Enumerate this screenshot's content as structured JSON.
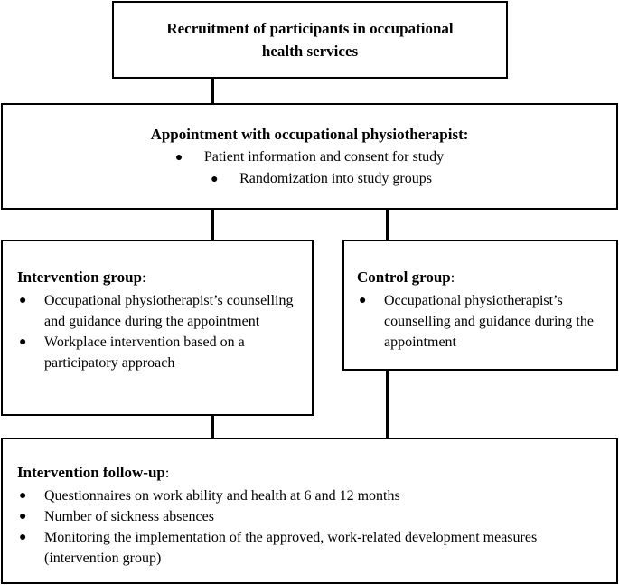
{
  "recruitment": {
    "line1": "Recruitment of participants in occupational",
    "line2": "health services"
  },
  "appointment": {
    "title": "Appointment with occupational physiotherapist:",
    "bullets": [
      "Patient information and consent for study",
      "Randomization into study groups"
    ]
  },
  "intervention_group": {
    "title": "Intervention group",
    "colon": ":",
    "bullets": [
      "Occupational physiotherapist’s counselling and guidance during the appointment",
      "Workplace intervention based on a participatory approach"
    ]
  },
  "control_group": {
    "title": "Control group",
    "colon": ":",
    "bullets": [
      "Occupational physiotherapist’s counselling and guidance during the appointment"
    ]
  },
  "follow_up": {
    "title": "Intervention follow-up",
    "colon": ":",
    "bullets": [
      "Questionnaires on work ability and health at 6 and 12 months",
      "Number of sickness absences",
      "Monitoring the implementation of the approved, work-related development measures (intervention group)"
    ]
  },
  "bullet_glyph": "●"
}
